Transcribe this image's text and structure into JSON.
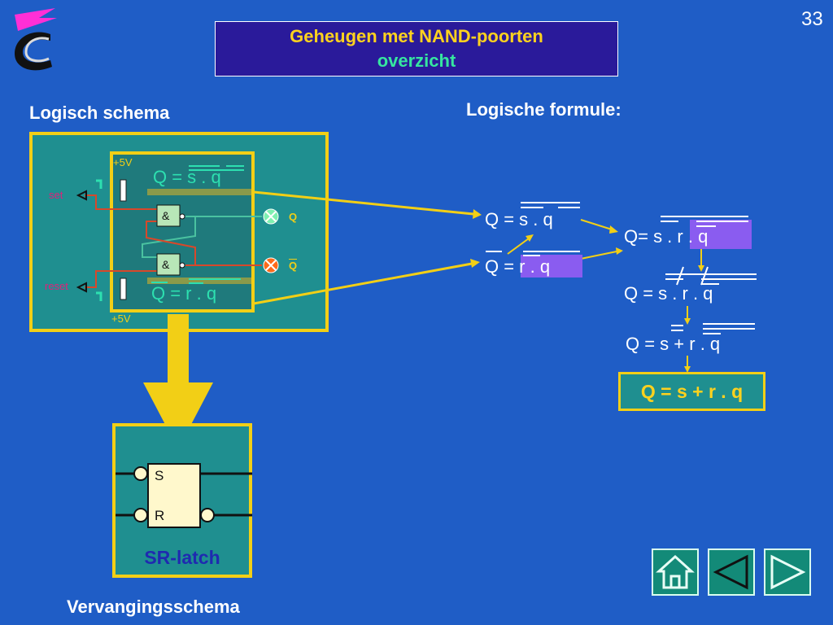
{
  "page_number": "33",
  "title": {
    "line1": "Geheugen met NAND-poorten",
    "line2": "overzicht"
  },
  "labels": {
    "logic_schema": "Logisch schema",
    "logic_formula": "Logische formule:",
    "replacement_schema": "Vervangingsschema"
  },
  "circuit": {
    "vcc_top": "+5V",
    "vcc_bottom": "+5V",
    "set": "set",
    "reset": "reset",
    "gate_symbol": "&",
    "out_q": "Q",
    "out_qbar": "Q",
    "formula_top": "Q = s . q",
    "formula_bottom": "Q = r . q"
  },
  "latch": {
    "pin_s": "S",
    "pin_r": "R",
    "name": "SR-latch"
  },
  "formulas": {
    "f1": "Q = s . q",
    "f2": "Q = r . q",
    "f3": "Q= s . r . q",
    "f4": "Q = s . r . q",
    "f5": "Q = s + r . q",
    "final": "Q = s + r . q"
  },
  "nav": {
    "home": "home-icon",
    "prev": "triangle-left-icon",
    "next": "triangle-right-icon"
  },
  "colors": {
    "background": "#1f5dc6",
    "panel": "#1f8f90",
    "border": "#f2cf16",
    "title_bg": "#2a1a9a",
    "highlight": "#8a5cf0"
  }
}
